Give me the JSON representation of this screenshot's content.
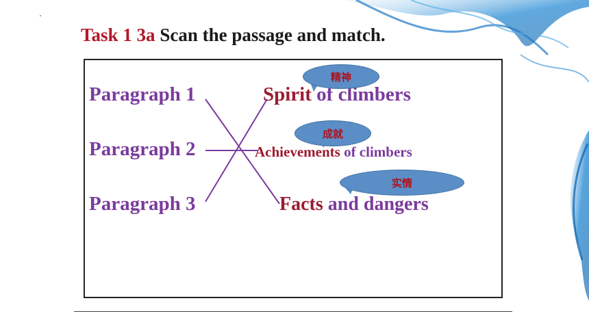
{
  "title": {
    "task": "Task 1 3a",
    "instruction": "Scan the passage and match."
  },
  "paragraphs": [
    "Paragraph 1",
    "Paragraph 2",
    "Paragraph 3"
  ],
  "topics": [
    {
      "key": "Spirit",
      "rest": " of climbers",
      "note": "精神"
    },
    {
      "key": "Achievements",
      "rest": " of climbers",
      "note": "成就"
    },
    {
      "key": "Facts",
      "rest": " and dangers",
      "note": "实情"
    }
  ],
  "matches": [
    {
      "paragraph": "Paragraph 1",
      "topic": "Facts and dangers"
    },
    {
      "paragraph": "Paragraph 2",
      "topic": "Achievements of climbers"
    },
    {
      "paragraph": "Paragraph 3",
      "topic": "Spirit of climbers"
    }
  ],
  "colors": {
    "task": "#b2182b",
    "paragraph": "#7a3b9c",
    "keyword": "#9b1b30",
    "bubble": "#5b8ec6",
    "note": "#b0101a",
    "line": "#7a3b9c"
  }
}
